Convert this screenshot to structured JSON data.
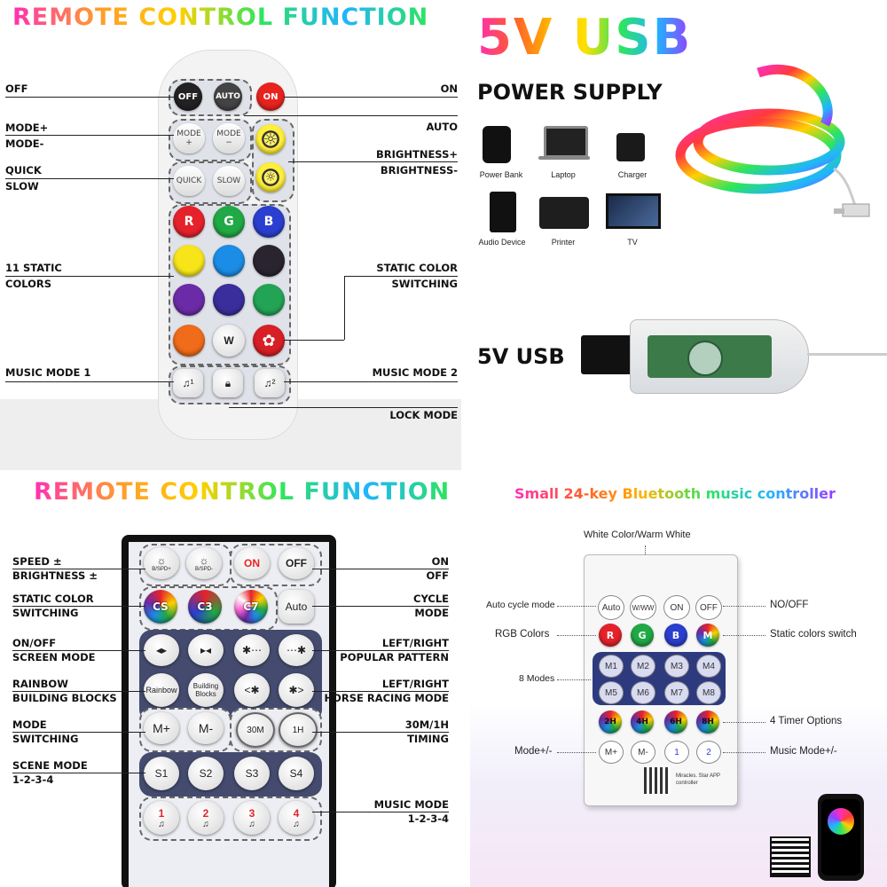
{
  "q1": {
    "title": "REMOTE CONTROL FUNCTION",
    "left_labels": [
      "OFF",
      "MODE+",
      "MODE-",
      "QUICK",
      "SLOW",
      "11 STATIC",
      "COLORS",
      "MUSIC MODE 1"
    ],
    "right_labels": [
      "ON",
      "AUTO",
      "BRIGHTNESS+",
      "BRIGHTNESS-",
      "STATIC COLOR",
      "SWITCHING",
      "MUSIC MODE 2",
      "LOCK MODE"
    ],
    "buttons": {
      "off": "OFF",
      "auto": "AUTO",
      "on": "ON",
      "mode_plus": "MODE +",
      "mode_minus": "MODE −",
      "quick": "QUICK",
      "slow": "SLOW",
      "r": "R",
      "g": "G",
      "b": "B",
      "w": "W"
    }
  },
  "q2": {
    "title": "5V USB",
    "subtitle": "POWER SUPPLY",
    "devices": [
      "Power Bank",
      "Laptop",
      "Charger",
      "Audio Device",
      "Printer",
      "TV"
    ],
    "usb_label": "5V USB"
  },
  "q3": {
    "title": "REMOTE CONTROL FUNCTION",
    "left_labels": [
      "SPEED ±",
      "BRIGHTNESS ±",
      "STATIC COLOR",
      "SWITCHING",
      "ON/OFF",
      "SCREEN MODE",
      "RAINBOW",
      "BUILDING BLOCKS",
      "MODE",
      "SWITCHING",
      "SCENE MODE",
      "1-2-3-4"
    ],
    "right_labels": [
      "ON",
      "OFF",
      "CYCLE",
      "MODE",
      "LEFT/RIGHT",
      "POPULAR PATTERN",
      "LEFT/RIGHT",
      "HORSE RACING MODE",
      "30M/1H",
      "TIMING",
      "MUSIC MODE",
      "1-2-3-4"
    ],
    "buttons": {
      "on": "ON",
      "off": "OFF",
      "cs": "CS",
      "c3": "C3",
      "c7": "C7",
      "auto": "Auto",
      "rainbow": "Rainbow",
      "building": "Building Blocks",
      "mplus": "M+",
      "mminus": "M-",
      "t30": "30M",
      "t1h": "1H",
      "s1": "S1",
      "s2": "S2",
      "s3": "S3",
      "s4": "S4",
      "spd": "B/SPD+",
      "spdm": "B/SPD-",
      "m1": "1",
      "m2": "2",
      "m3": "3",
      "m4": "4"
    }
  },
  "q4": {
    "title": "Small 24-key Bluetooth music controller",
    "top_label": "White Color/Warm White",
    "left_labels": [
      "Auto cycle mode",
      "RGB Colors",
      "8 Modes",
      "Mode+/-"
    ],
    "right_labels": [
      "NO/OFF",
      "Static colors switch",
      "4 Timer Options",
      "Music Mode+/-"
    ],
    "buttons": {
      "auto": "Auto",
      "ww": "W/WW",
      "on": "ON",
      "off": "OFF",
      "r": "R",
      "g": "G",
      "b": "B",
      "m": "M",
      "m1": "M1",
      "m2": "M2",
      "m3": "M3",
      "m4": "M4",
      "m5": "M5",
      "m6": "M6",
      "m7": "M7",
      "m8": "M8",
      "t2": "2H",
      "t4": "4H",
      "t6": "6H",
      "t8": "8H",
      "mplus": "M+",
      "mminus": "M-",
      "mus1": "1",
      "mus2": "2"
    },
    "qr_caption": "Miracles. Star APP controller"
  },
  "colors": {
    "gradient": [
      "#ff2fb3",
      "#ff3b3b",
      "#ffd000",
      "#2ee55d",
      "#1fb5ff",
      "#9b3bff"
    ]
  }
}
